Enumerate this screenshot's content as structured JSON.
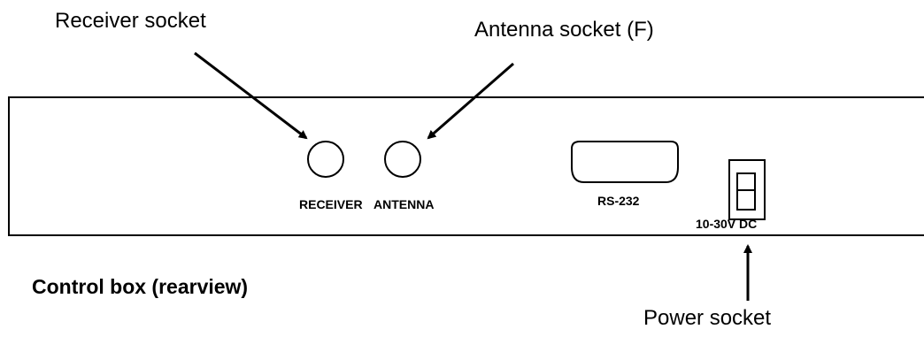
{
  "callouts": {
    "receiver_socket": "Receiver socket",
    "antenna_socket": "Antenna socket (F)",
    "power_socket": "Power socket"
  },
  "caption": "Control box (rearview)",
  "panel": {
    "receiver_label": "RECEIVER",
    "antenna_label": "ANTENNA",
    "rs232_label": "RS-232",
    "power_label": "10-30V DC"
  }
}
